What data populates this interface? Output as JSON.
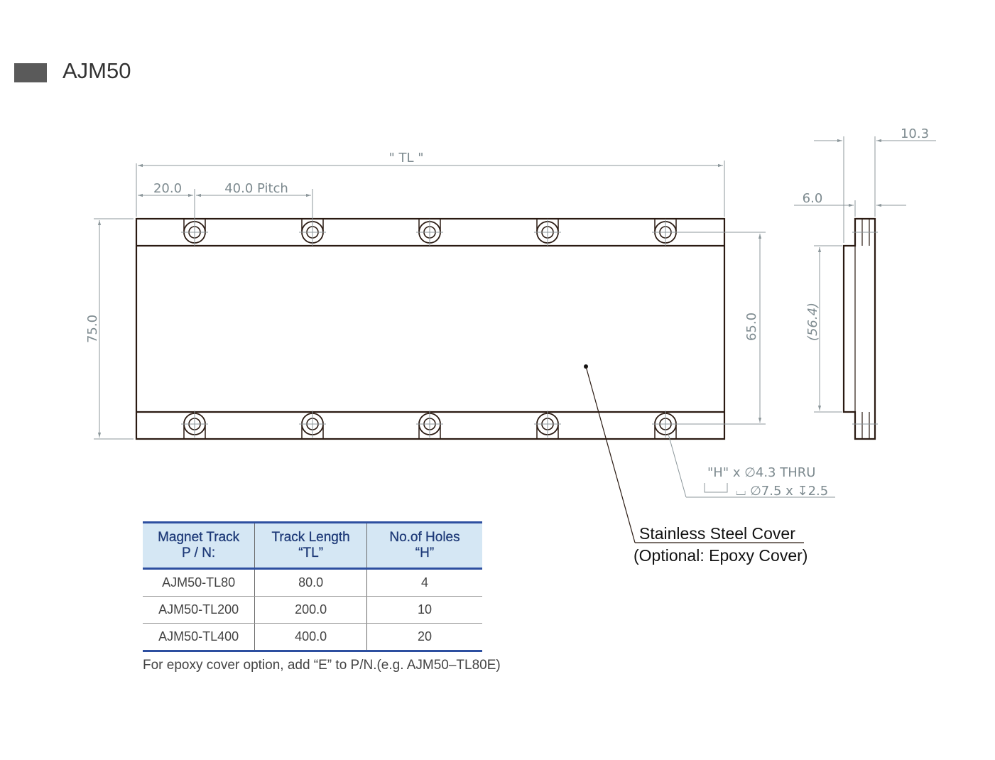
{
  "header": {
    "title": "AJM50"
  },
  "drawing": {
    "dim_tl": "\" TL \"",
    "dim_20": "20.0",
    "dim_pitch": "40.0 Pitch",
    "dim_75": "75.0",
    "dim_65": "65.0",
    "dim_56": "(56.4)",
    "dim_10": "10.3",
    "dim_6": "6.0",
    "hole_spec_1": "\"H\" x ∅4.3 THRU",
    "hole_spec_2": "⌴ ∅7.5 x ↧2.5",
    "callout_1": "Stainless Steel Cover",
    "callout_2": "(Optional: Epoxy Cover)"
  },
  "table": {
    "headers": [
      {
        "line1": "Magnet Track",
        "line2": "P / N:"
      },
      {
        "line1": "Track Length",
        "line2": "“TL”"
      },
      {
        "line1": "No.of Holes",
        "line2": "“H”"
      }
    ],
    "rows": [
      [
        "AJM50-TL80",
        "80.0",
        "4"
      ],
      [
        "AJM50-TL200",
        "200.0",
        "10"
      ],
      [
        "AJM50-TL400",
        "400.0",
        "20"
      ]
    ]
  },
  "footnote": "For epoxy cover option, add “E” to P/N.(e.g. AJM50–TL80E)",
  "colors": {
    "header_block": "#5a5a5a",
    "table_border": "#2d4fa0",
    "table_header_bg": "#d5e7f4",
    "dimension": "#8c979b"
  }
}
